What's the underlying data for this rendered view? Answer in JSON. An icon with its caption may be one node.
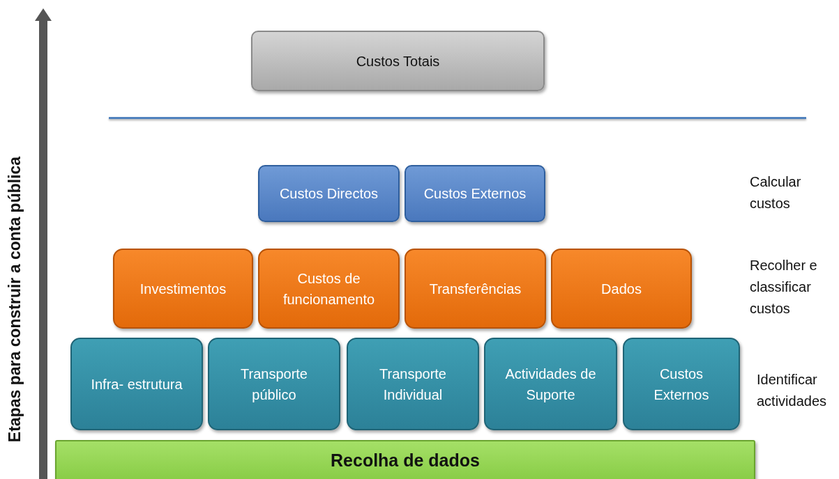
{
  "diagram": {
    "nodes": [
      {
        "text": [
          "Custos Totais"
        ]
      },
      {
        "text": [
          "Custos Directos"
        ]
      },
      {
        "text": [
          "Custos Externos"
        ]
      },
      {
        "text": [
          "Investimentos"
        ]
      },
      {
        "text": [
          "Custos de funcionamento"
        ]
      },
      {
        "text": [
          "Transferências"
        ]
      },
      {
        "text": [
          "Dados"
        ]
      },
      {
        "text": [
          "Infra- estrutura"
        ]
      },
      {
        "text": [
          "Transporte público"
        ]
      },
      {
        "text": [
          "Transporte Individual"
        ]
      },
      {
        "text": [
          "Actividades de Suporte"
        ]
      },
      {
        "text": [
          "Custos Externos"
        ]
      },
      {
        "text": [
          "Recolha de dados"
        ]
      }
    ],
    "labels": [
      "Etapas para construir a conta pública",
      "Calcular custos",
      "Recolher e classificar custos",
      "Identificar actividades"
    ]
  }
}
